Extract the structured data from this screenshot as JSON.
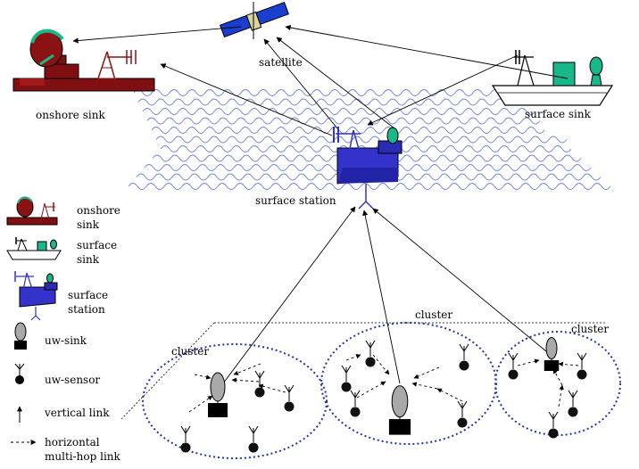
{
  "labels": {
    "satellite": "satellite",
    "onshore_sink": "onshore sink",
    "surface_sink": "surface sink",
    "surface_station": "surface station",
    "cluster_left": "cluster",
    "cluster_middle": "cluster",
    "cluster_right": "cluster"
  },
  "legend": {
    "onshore_sink": [
      "onshore",
      "sink"
    ],
    "surface_sink": [
      "surface",
      "sink"
    ],
    "surface_station": [
      "surface",
      "station"
    ],
    "uw_sink": "uw-sink",
    "uw_sensor": "uw-sensor",
    "vertical_link": "vertical link",
    "horizontal_link": [
      "horizontal",
      "multi-hop link"
    ]
  },
  "colors": {
    "onshore": "#7f0f10",
    "surface_sink_accent": "#19b88a",
    "station": "#3333cc",
    "waves": "#6f84d9",
    "cluster": "#2233aa",
    "sensor": "#111111",
    "dish_gray": "#a9a9a9"
  }
}
